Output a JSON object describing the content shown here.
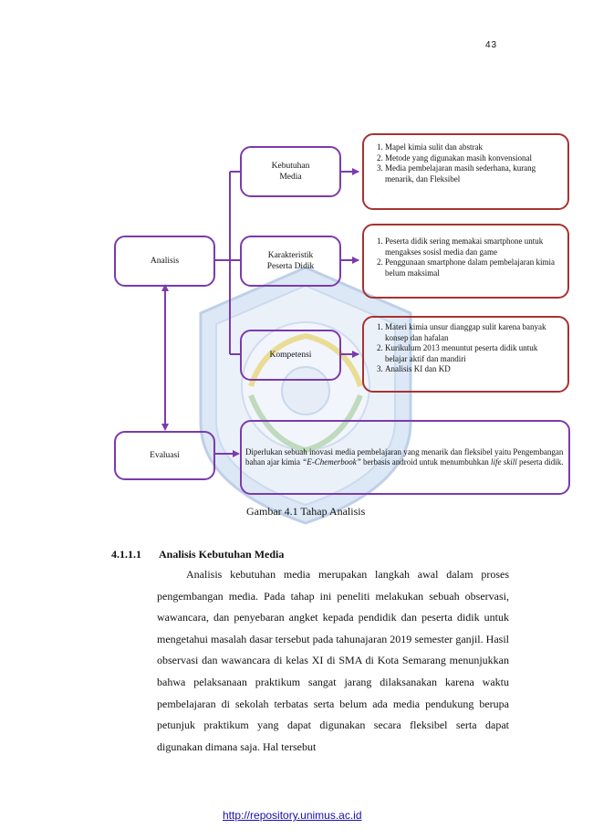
{
  "page": {
    "number": "43"
  },
  "diagram": {
    "root": "Analisis",
    "evaluation": "Evaluasi",
    "branches": [
      {
        "label": "Kebutuhan Media",
        "items": [
          "Mapel kimia sulit dan abstrak",
          "Metode yang digunakan masih konvensional",
          "Media pembelajaran masih sederhana, kurang menarik, dan Fleksibel"
        ]
      },
      {
        "label": "Karakteristik Peserta Didik",
        "items": [
          "Peserta didik sering memakai smartphone untuk mengakses sosisl media dan game",
          "Penggunaan smartphone dalam pembelajaran kimia belum maksimal"
        ]
      },
      {
        "label": "Kompetensi",
        "items": [
          "Materi kimia unsur dianggap sulit karena banyak konsep dan hafalan",
          "Kurikulum 2013 menuntut peserta didik untuk belajar aktif dan mandiri",
          "Analisis KI dan KD"
        ]
      }
    ],
    "conclusion": {
      "before": "Diperlukan sebuah inovasi media pembelajaran yang menarik dan fleksibel yaitu Pengembangan bahan ajar kimia ",
      "emphasis": "“E-Chemerbook”",
      "middle": " berbasis android untuk menumbuhkan ",
      "emphasis2": "life skill",
      "after": " peserta didik."
    },
    "colors": {
      "purple": "#7c3aad",
      "red": "#a83232"
    }
  },
  "caption": "Gambar 4.1 Tahap Analisis",
  "section": {
    "number": "4.1.1.1",
    "title": "Analisis Kebutuhan Media",
    "paragraph": "Analisis kebutuhan media merupakan langkah awal dalam proses pengembangan media. Pada tahap ini peneliti melakukan sebuah observasi, wawancara, dan penyebaran angket kepada pendidik dan peserta didik untuk mengetahui masalah dasar tersebut pada tahunajaran 2019 semester ganjil. Hasil observasi dan wawancara di kelas XI di SMA di Kota Semarang menunjukkan bahwa pelaksanaan praktikum sangat jarang dilaksanakan karena waktu pembelajaran di sekolah terbatas serta belum ada media pendukung berupa petunjuk praktikum yang dapat digunakan secara fleksibel serta dapat digunakan dimana saja. Hal tersebut"
  },
  "footer": {
    "link": "http://repository.unimus.ac.id"
  }
}
